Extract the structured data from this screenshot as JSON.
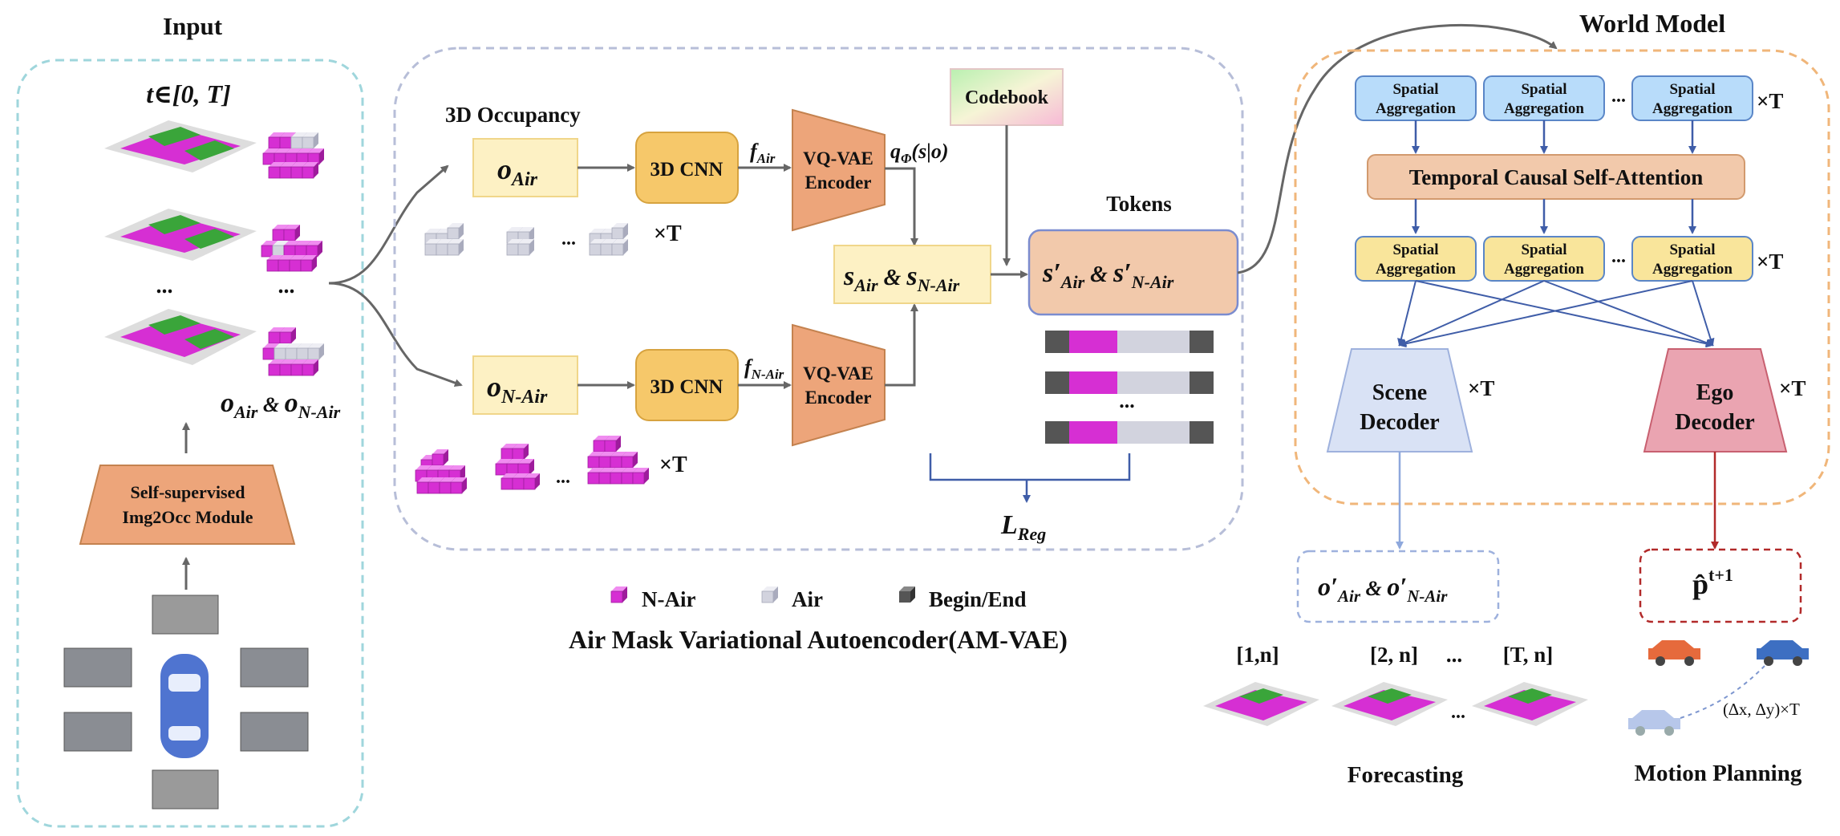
{
  "input": {
    "title": "Input",
    "time": "t∈[0, T]",
    "ellipsis_left": "...",
    "ellipsis_right": "...",
    "obs_label_o1": "o",
    "obs_label_sub1": "Air",
    "obs_amp": " & ",
    "obs_label_o2": "o",
    "obs_label_sub2": "N-Air",
    "module_line1": "Self-supervised",
    "module_line2": "Img2Occ Module"
  },
  "amvae": {
    "occupancy_title": "3D Occupancy",
    "o_air": "o",
    "o_air_sub": "Air",
    "o_nair": "o",
    "o_nair_sub": "N-Air",
    "cnn_top": "3D CNN",
    "cnn_bottom": "3D CNN",
    "f_air": "f",
    "f_air_sub": "Air",
    "f_nair": "f",
    "f_nair_sub": "N-Air",
    "encoder_line1": "VQ-VAE",
    "encoder_line2": "Encoder",
    "q_phi": "q",
    "q_phi_sub": "Φ",
    "q_phi_arg": "(s|o)",
    "codebook": "Codebook",
    "s_main": "s",
    "s_air_sub": "Air",
    "s_amp": " & ",
    "s_nair_sub": "N-Air",
    "s_prime": "s′",
    "tokens_title": "Tokens",
    "times_t": "×T",
    "ellipsis": "...",
    "loss": "L",
    "loss_sub": "Reg",
    "caption": "Air Mask Variational Autoencoder(AM-VAE)"
  },
  "legend": {
    "nair": "N-Air",
    "air": "Air",
    "begin_end": "Begin/End",
    "colors": {
      "nair": "#d62fd3",
      "air": "#d2d3de",
      "begin_end": "#555555"
    }
  },
  "world_model": {
    "title": "World Model",
    "spatial_l1": "Spatial",
    "spatial_l2": "Aggregation",
    "temporal": "Temporal Causal Self-Attention",
    "scene_l1": "Scene",
    "scene_l2": "Decoder",
    "ego_l1": "Ego",
    "ego_l2": "Decoder",
    "times_t": "×T",
    "ellipsis": "..."
  },
  "outputs": {
    "o_prime": "o′",
    "o_prime_sub_air": "Air",
    "amp": " & ",
    "o_prime_sub_nair": "N-Air",
    "p_hat": "p̂",
    "p_sup": "t+1",
    "frame1": "[1,n]",
    "frame2": "[2, n]",
    "frame_dots": "...",
    "frame3": "[T, n]",
    "forecasting": "Forecasting",
    "motion": "Motion Planning",
    "delta": "(∆x, ∆y)×T"
  }
}
